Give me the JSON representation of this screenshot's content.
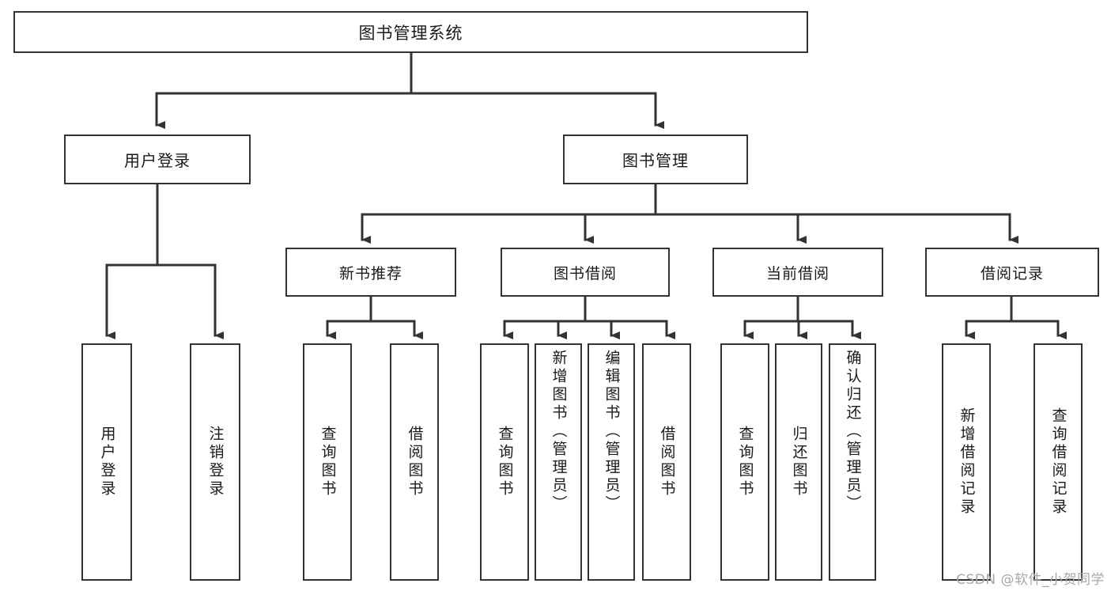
{
  "diagram": {
    "title": "图书管理系统",
    "type": "tree",
    "root": {
      "label": "图书管理系统"
    },
    "level2": [
      {
        "id": "user-login",
        "label": "用户登录"
      },
      {
        "id": "book-manage",
        "label": "图书管理"
      }
    ],
    "level3": [
      {
        "id": "new-book-rec",
        "label": "新书推荐",
        "parent": "book-manage"
      },
      {
        "id": "book-borrow",
        "label": "图书借阅",
        "parent": "book-manage"
      },
      {
        "id": "current-borrow",
        "label": "当前借阅",
        "parent": "book-manage"
      },
      {
        "id": "borrow-record",
        "label": "借阅记录",
        "parent": "book-manage"
      }
    ],
    "leaves": [
      {
        "id": "leaf-user-login",
        "label": "用户登录",
        "parent": "user-login"
      },
      {
        "id": "leaf-user-logout",
        "label": "注销登录",
        "parent": "user-login"
      },
      {
        "id": "leaf-rec-query",
        "label": "查询图书",
        "parent": "new-book-rec"
      },
      {
        "id": "leaf-rec-borrow",
        "label": "借阅图书",
        "parent": "new-book-rec"
      },
      {
        "id": "leaf-borrow-query",
        "label": "查询图书",
        "parent": "book-borrow"
      },
      {
        "id": "leaf-borrow-add",
        "label": "新增图书（管理员）",
        "parent": "book-borrow"
      },
      {
        "id": "leaf-borrow-edit",
        "label": "编辑图书（管理员）",
        "parent": "book-borrow"
      },
      {
        "id": "leaf-borrow-do",
        "label": "借阅图书",
        "parent": "book-borrow"
      },
      {
        "id": "leaf-current-query",
        "label": "查询图书",
        "parent": "current-borrow"
      },
      {
        "id": "leaf-current-return",
        "label": "归还图书",
        "parent": "current-borrow"
      },
      {
        "id": "leaf-current-confirm",
        "label": "确认归还（管理员）",
        "parent": "current-borrow"
      },
      {
        "id": "leaf-record-add",
        "label": "新增借阅记录",
        "parent": "borrow-record"
      },
      {
        "id": "leaf-record-query",
        "label": "查询借阅记录",
        "parent": "borrow-record"
      }
    ]
  },
  "watermark": {
    "text": "CSDN @软件_小贺同学"
  },
  "colors": {
    "background": "#ffffff",
    "box_border": "#333333",
    "box_fill": "#ffffff",
    "connector": "#333333",
    "text": "#1a1a1a",
    "watermark": "#a8a8a8"
  }
}
